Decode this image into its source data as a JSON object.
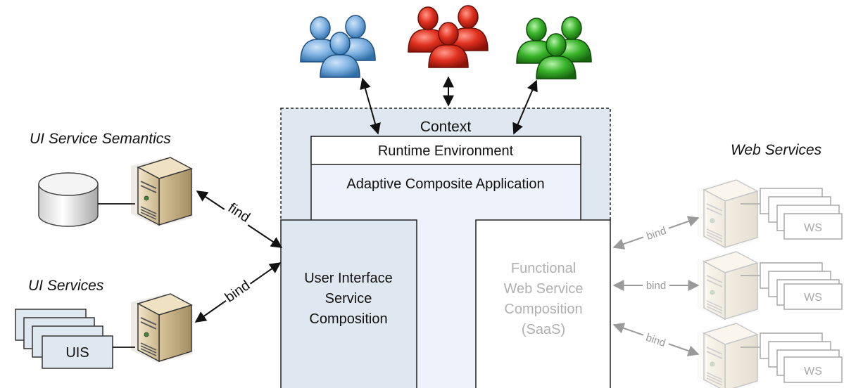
{
  "headings": {
    "ui_service_semantics": "UI Service Semantics",
    "ui_services": "UI Services",
    "web_services": "Web Services"
  },
  "center": {
    "context": "Context",
    "runtime": "Runtime Environment",
    "adaptive": "Adaptive Composite Application",
    "ui_comp": [
      "User Interface",
      "Service",
      "Composition"
    ],
    "func_comp": [
      "Functional",
      "Web Service",
      "Composition",
      "(SaaS)"
    ]
  },
  "edges": {
    "find": "find",
    "bind_left": "bind",
    "bind_ws1": "bind",
    "bind_ws2": "bind",
    "bind_ws3": "bind"
  },
  "nodes": {
    "uis_label": "UIS",
    "ws_label": "WS"
  },
  "colors": {
    "users_blue": "#5b9bd5",
    "users_red": "#d42a1c",
    "users_green": "#2aa01c",
    "panel_fill": "#dfe8f0",
    "faded": "#b0b0b0"
  }
}
